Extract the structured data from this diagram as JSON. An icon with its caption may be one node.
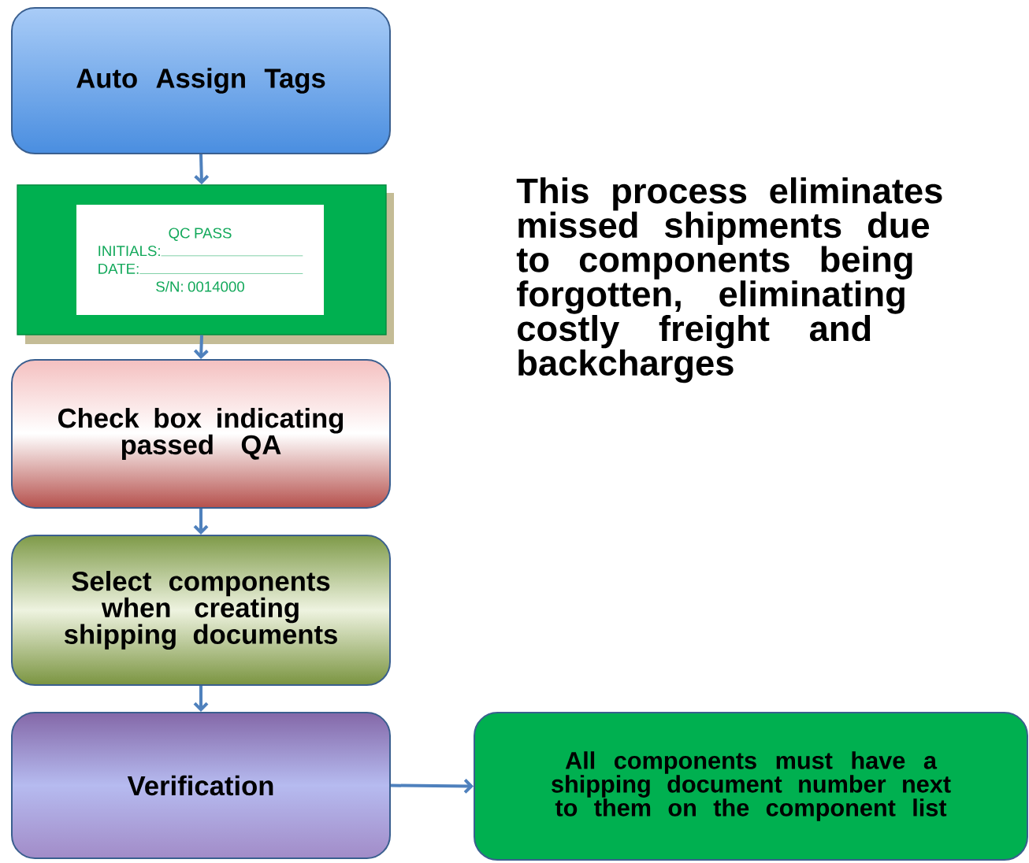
{
  "diagram": {
    "nodes": [
      {
        "text": [
          "Auto Assign Tags"
        ]
      },
      {
        "text": [],
        "shape": "box"
      },
      {
        "text": [
          "QC PASS",
          "INITIALS:",
          "DATE:",
          "S/N: 0014000"
        ],
        "in": 1
      },
      {
        "text": [
          "Check box indicating passed QA"
        ]
      },
      {
        "text": [
          "Select components when creating shipping documents"
        ]
      },
      {
        "text": [
          "Verification"
        ]
      },
      {
        "text": [
          "All components must have a shipping document number next to them on the component list"
        ]
      }
    ],
    "edges": [
      {
        "from": 0,
        "to": 1,
        "arrow": "to"
      },
      {
        "from": 1,
        "to": 3,
        "arrow": "to"
      },
      {
        "from": 3,
        "to": 4,
        "arrow": "to"
      },
      {
        "from": 4,
        "to": 5,
        "arrow": "to"
      },
      {
        "from": 5,
        "to": 6,
        "arrow": "to"
      }
    ],
    "labels": [
      "This process eliminates missed shipments due to components being forgotten, eliminating costly freight and backcharges"
    ]
  }
}
